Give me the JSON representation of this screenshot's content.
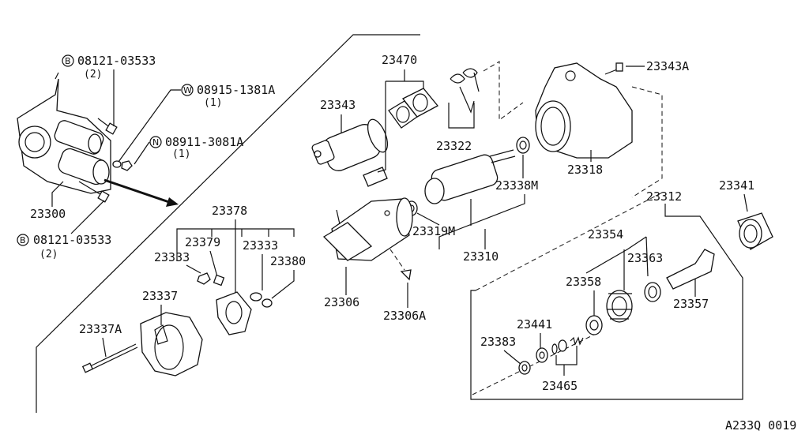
{
  "part_numbers": {
    "p23470": "23470",
    "p23343": "23343",
    "p23343A": "23343A",
    "p23322": "23322",
    "p23318": "23318",
    "p23338M": "23338M",
    "p23312": "23312",
    "p23341": "23341",
    "p23300": "23300",
    "p23378": "23378",
    "p23379": "23379",
    "p23333a": "23333",
    "p23333b": "23333",
    "p23380": "23380",
    "p23319M": "23319M",
    "p23310": "23310",
    "p23306": "23306",
    "p23306A": "23306A",
    "p23354": "23354",
    "p23363": "23363",
    "p23358": "23358",
    "p23357": "23357",
    "p23337": "23337",
    "p23337A": "23337A",
    "p23441": "23441",
    "p23383": "23383",
    "p23465": "23465"
  },
  "fasteners": {
    "b_top": {
      "prefix": "B",
      "code": "08121-03533",
      "qty": "(2)"
    },
    "w": {
      "prefix": "W",
      "code": "08915-1381A",
      "qty": "(1)"
    },
    "n": {
      "prefix": "N",
      "code": "08911-3081A",
      "qty": "(1)"
    },
    "b_bottom": {
      "prefix": "B",
      "code": "08121-03533",
      "qty": "(2)"
    }
  },
  "diagram_code": "A233Q 0019"
}
